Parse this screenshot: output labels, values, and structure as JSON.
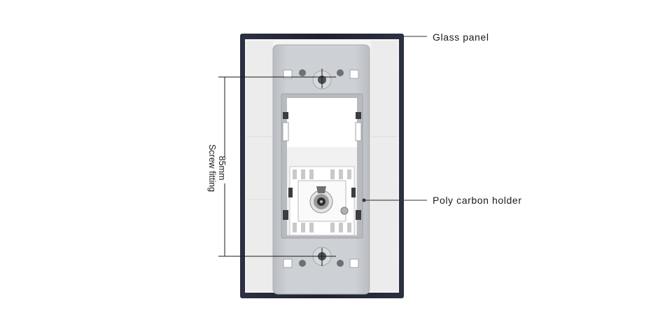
{
  "labels": {
    "glass_panel": "Glass panel",
    "poly_carbon_holder": "Poly carbon holder",
    "dimension_value": "85mm",
    "dimension_caption": "Screw fitting"
  },
  "colors": {
    "glass_frame": "#262b3a",
    "wall_plate": "#f6f6f6",
    "holder": "#c9ccd0",
    "background": "#ffffff"
  },
  "icons": {
    "coax_connector": "tv-coax-socket-icon",
    "screw": "screw-hole-icon"
  }
}
